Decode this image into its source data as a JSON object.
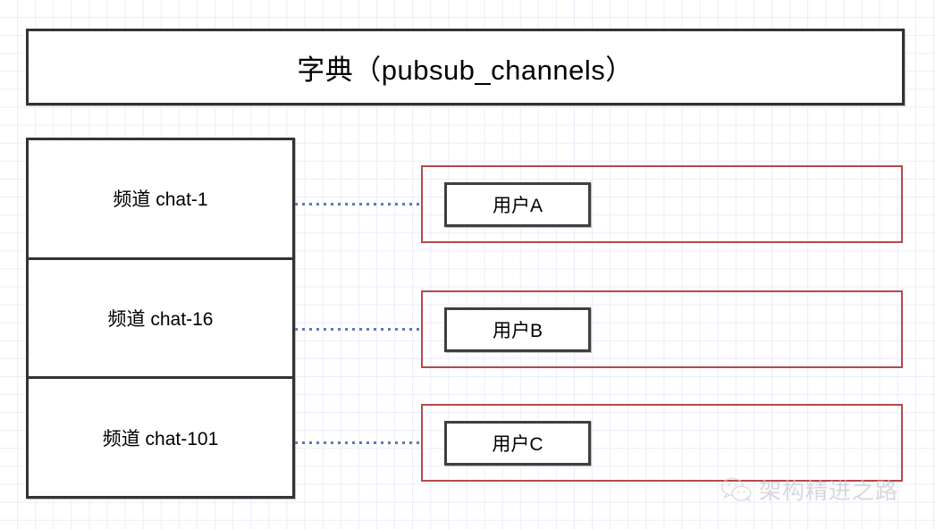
{
  "diagram": {
    "title_box": {
      "label": "字典（pubsub_channels）"
    },
    "channels": [
      {
        "label": "频道 chat-1"
      },
      {
        "label": "频道 chat-16"
      },
      {
        "label": "频道 chat-101"
      }
    ],
    "subscriber_groups": [
      {
        "user_label": "用户A"
      },
      {
        "user_label": "用户B"
      },
      {
        "user_label": "用户C"
      }
    ],
    "connectors": [
      {
        "name": "chat-1-to-user-a"
      },
      {
        "name": "chat-16-to-user-b"
      },
      {
        "name": "chat-101-to-user-c"
      }
    ],
    "watermark": {
      "text": "架构精进之路",
      "icon": "wechat-icon"
    },
    "colors": {
      "box_border": "#333333",
      "user_box_border": "#3f3f3f",
      "group_border": "#b5484a",
      "connector": "#5b7bb4",
      "grid_line": "#ececfa",
      "background": "#ffffff",
      "watermark_text": "#c9c9d2"
    }
  }
}
